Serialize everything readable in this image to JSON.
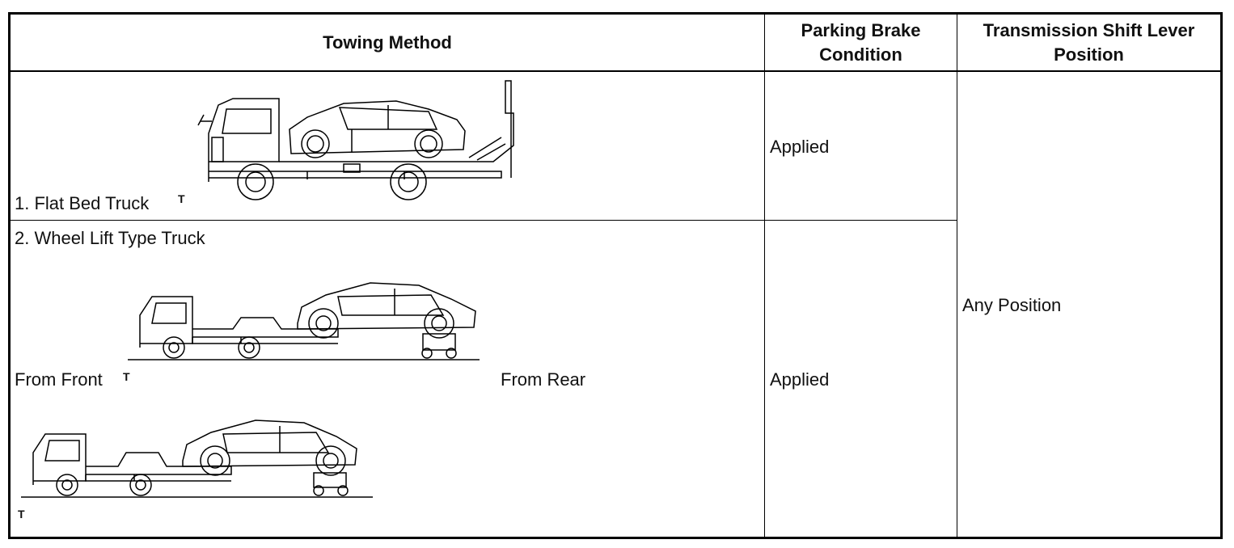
{
  "headers": {
    "towing_method": "Towing Method",
    "parking_brake": "Parking Brake\nCondition",
    "shift_lever": "Transmission Shift Lever\nPosition"
  },
  "rows": [
    {
      "method": "1. Flat Bed Truck",
      "brake": "Applied"
    },
    {
      "method": "2. Wheel Lift Type Truck",
      "brake": "Applied",
      "from_front": "From Front",
      "from_rear": "From Rear"
    }
  ],
  "shift_position": "Any Position",
  "t_marks": [
    "T",
    "T",
    "T"
  ]
}
